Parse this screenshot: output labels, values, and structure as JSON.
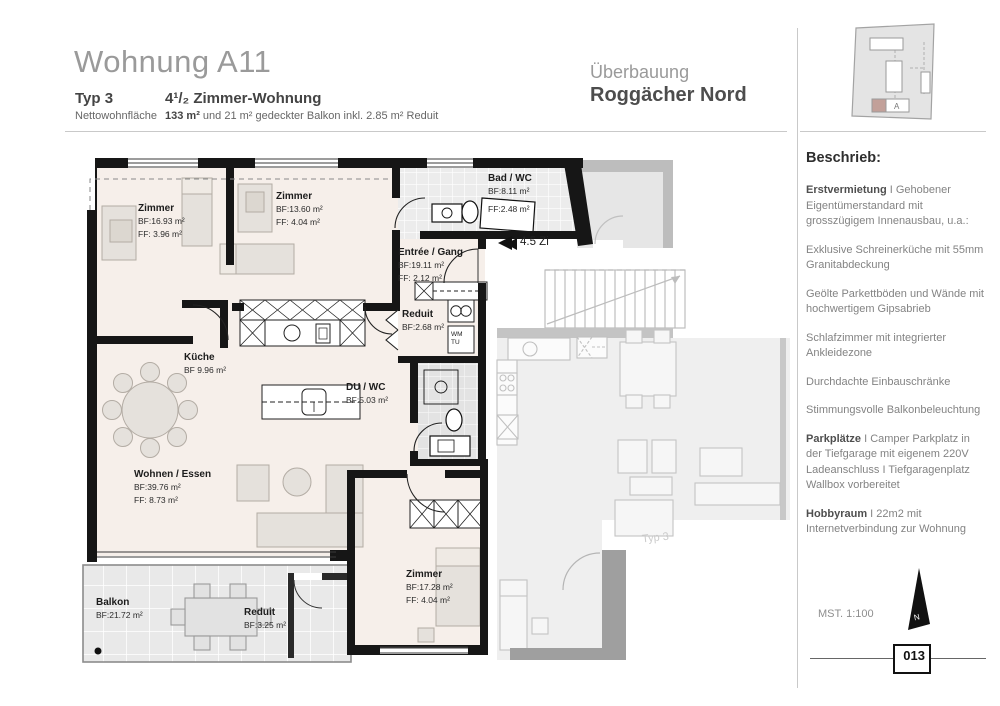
{
  "header": {
    "title": "Wohnung A11",
    "typ": "Typ 3",
    "netto_label": "Nettowohnfläche",
    "room_type": "4¹/₂ Zimmer-Wohnung",
    "area_bold": "133 m²",
    "area_rest": " und 21 m² gedeckter Balkon inkl. 2.85 m² Reduit",
    "project_line1": "Überbauung",
    "project_line2": "Roggächer Nord",
    "siteplan_building_label": "A"
  },
  "sidebar": {
    "heading": "Beschrieb:",
    "paragraphs": [
      {
        "bold": "Erstvermietung",
        "text": " I Gehobener Eigentümerstandard mit grosszügigem Innenausbau, u.a.:"
      },
      {
        "bold": "",
        "text": "Exklusive Schreinerküche mit 55mm Granitabdeckung"
      },
      {
        "bold": "",
        "text": "Geölte Parkettböden und Wände mit hochwertigem Gipsabrieb"
      },
      {
        "bold": "",
        "text": "Schlafzimmer mit integrierter Ankleidezone"
      },
      {
        "bold": "",
        "text": "Durchdachte Einbauschränke"
      },
      {
        "bold": "",
        "text": "Stimmungsvolle Balkonbeleuchtung"
      },
      {
        "bold": "Parkplätze",
        "text": " I Camper Parkplatz in der Tiefgarage mit eigenem 220V Ladeanschluss I Tiefgaragenplatz Wallbox vorbereitet"
      },
      {
        "bold": "Hobbyraum",
        "text": " I  22m2 mit Internetverbindung zur Wohnung"
      }
    ],
    "scale": "MST. 1:100",
    "north_label": "N",
    "page_number": "013"
  },
  "plan": {
    "entrance_marker": "4.5 Zi",
    "ghost_label": "Typ 3",
    "washer_top": "WM",
    "washer_bottom": "TU",
    "rooms": {
      "zimmer1": {
        "name": "Zimmer",
        "bf": "BF:16.93 m²",
        "ff": "FF: 3.96 m²"
      },
      "zimmer2": {
        "name": "Zimmer",
        "bf": "BF:13.60 m²",
        "ff": "FF: 4.04 m²"
      },
      "bad": {
        "name": "Bad / WC",
        "bf": "BF:8.11 m²",
        "ff": "FF:2.48 m²"
      },
      "entree": {
        "name": "Entrée / Gang",
        "bf": "BF:19.11 m²",
        "ff": "FF: 2.12 m²"
      },
      "reduit": {
        "name": "Reduit",
        "bf": "BF:2.68 m²"
      },
      "kueche": {
        "name": "Küche",
        "bf": "BF 9.96 m²"
      },
      "duwc": {
        "name": "DU / WC",
        "bf": "BF:5.03 m²"
      },
      "wohnen": {
        "name": "Wohnen / Essen",
        "bf": "BF:39.76 m²",
        "ff": "FF:  8.73 m²"
      },
      "zimmer3": {
        "name": "Zimmer",
        "bf": "BF:17.28 m²",
        "ff": "FF: 4.04 m²"
      },
      "balkon": {
        "name": "Balkon",
        "bf": "BF:21.72 m²"
      },
      "reduit_balkon": {
        "name": "Reduit",
        "bf": "BF:3.25 m²"
      }
    },
    "colors": {
      "wall": "#161616",
      "room_fill": "#f6efea",
      "tile_fill": "#ececec",
      "ghost": "#c2c2c2",
      "highlight": "#c2a099"
    }
  }
}
